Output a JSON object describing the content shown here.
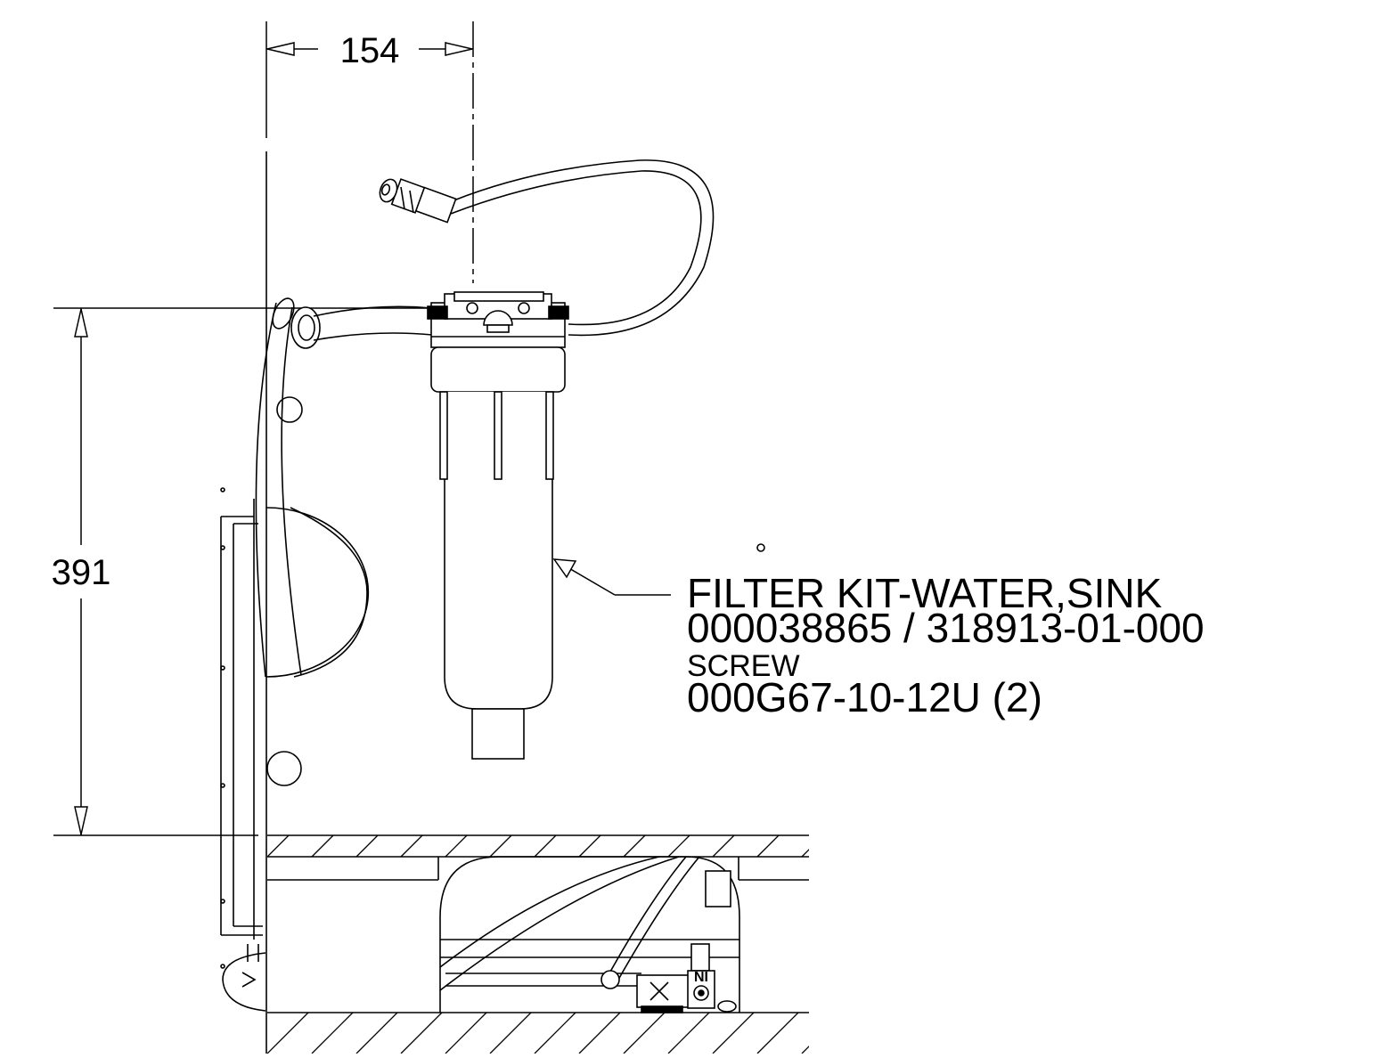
{
  "dimensions": {
    "horizontal": "154",
    "vertical": "391"
  },
  "callout": {
    "part_name": "FILTER KIT-WATER,SINK",
    "part_numbers": "000038865 / 318913-01-000",
    "screw_label": "SCREW",
    "screw_number": "000G67-10-12U (2)"
  },
  "valve_label": "NI",
  "colors": {
    "line": "#000000",
    "background": "#ffffff"
  }
}
